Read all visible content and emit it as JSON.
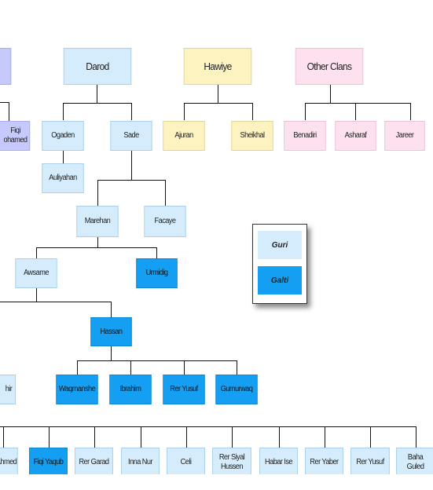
{
  "legend": {
    "guri": "Guri",
    "galti": "Galti"
  },
  "nodes": {
    "darod": "Darod",
    "hawiye": "Hawiye",
    "other_clans": "Other Clans",
    "fiqi_mohamed": "Fiqi\nohamed",
    "ogaden": "Ogaden",
    "sade": "Sade",
    "ajuran": "Ajuran",
    "sheikhal": "Sheikhal",
    "benadiri": "Benadiri",
    "asharaf": "Asharaf",
    "jareer": "Jareer",
    "auliyahan": "Auliyahan",
    "marehan": "Marehan",
    "facaye": "Facaye",
    "awsame": "Awsame",
    "urmidig": "Urmidig",
    "hassan": "Hassan",
    "hir": "hir",
    "waqmanshe": "Waqmanshe",
    "ibrahim": "Ibrahim",
    "rer_yusuf_1": "Rer Yusuf",
    "gumurwaq": "Gumurwaq",
    "ahmed": "Ahmed",
    "fiqi_yaqub": "Fiqi Yaqub",
    "rer_garad": "Rer Garad",
    "inna_nur": "Inna Nur",
    "celi": "Celi",
    "rer_siyal_hussen": "Rer Siyal\nHussen",
    "habar_ise": "Habar Ise",
    "rer_yaber": "Rer Yaber",
    "rer_yusuf_2": "Rer Yusuf",
    "baha_guled": "Baha\nGuled"
  },
  "colors": {
    "guri": "#d4ecfb",
    "galti": "#149ff2",
    "hawiye": "#fcf3c0",
    "other": "#fde1ee",
    "left_clan": "#c6c9fb"
  }
}
